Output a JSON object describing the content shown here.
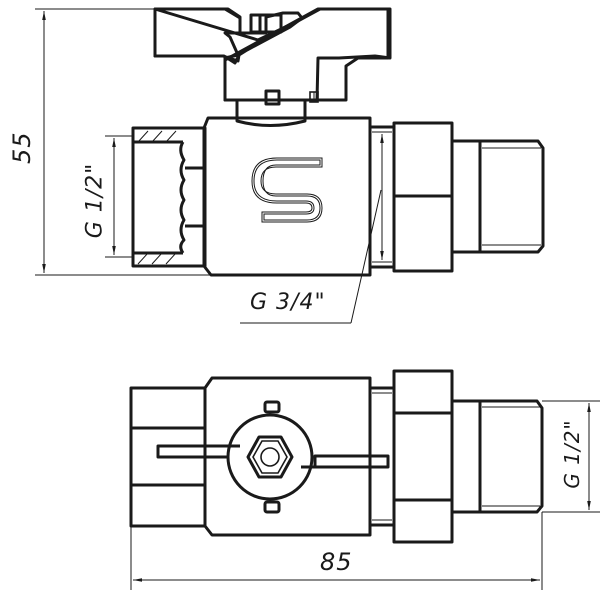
{
  "drawing": {
    "subject": "Ball valve with union (American) fitting — technical drawing",
    "views": [
      "front-view",
      "top-view"
    ],
    "line_color": "#1a1a1a",
    "background": "#ffffff"
  },
  "dimensions": {
    "height": "55",
    "length": "85",
    "inlet_thread": "G 1/2\"",
    "union_thread": "G 3/4\"",
    "outlet_thread": "G 1/2\""
  },
  "logo": {
    "glyph": "S"
  }
}
